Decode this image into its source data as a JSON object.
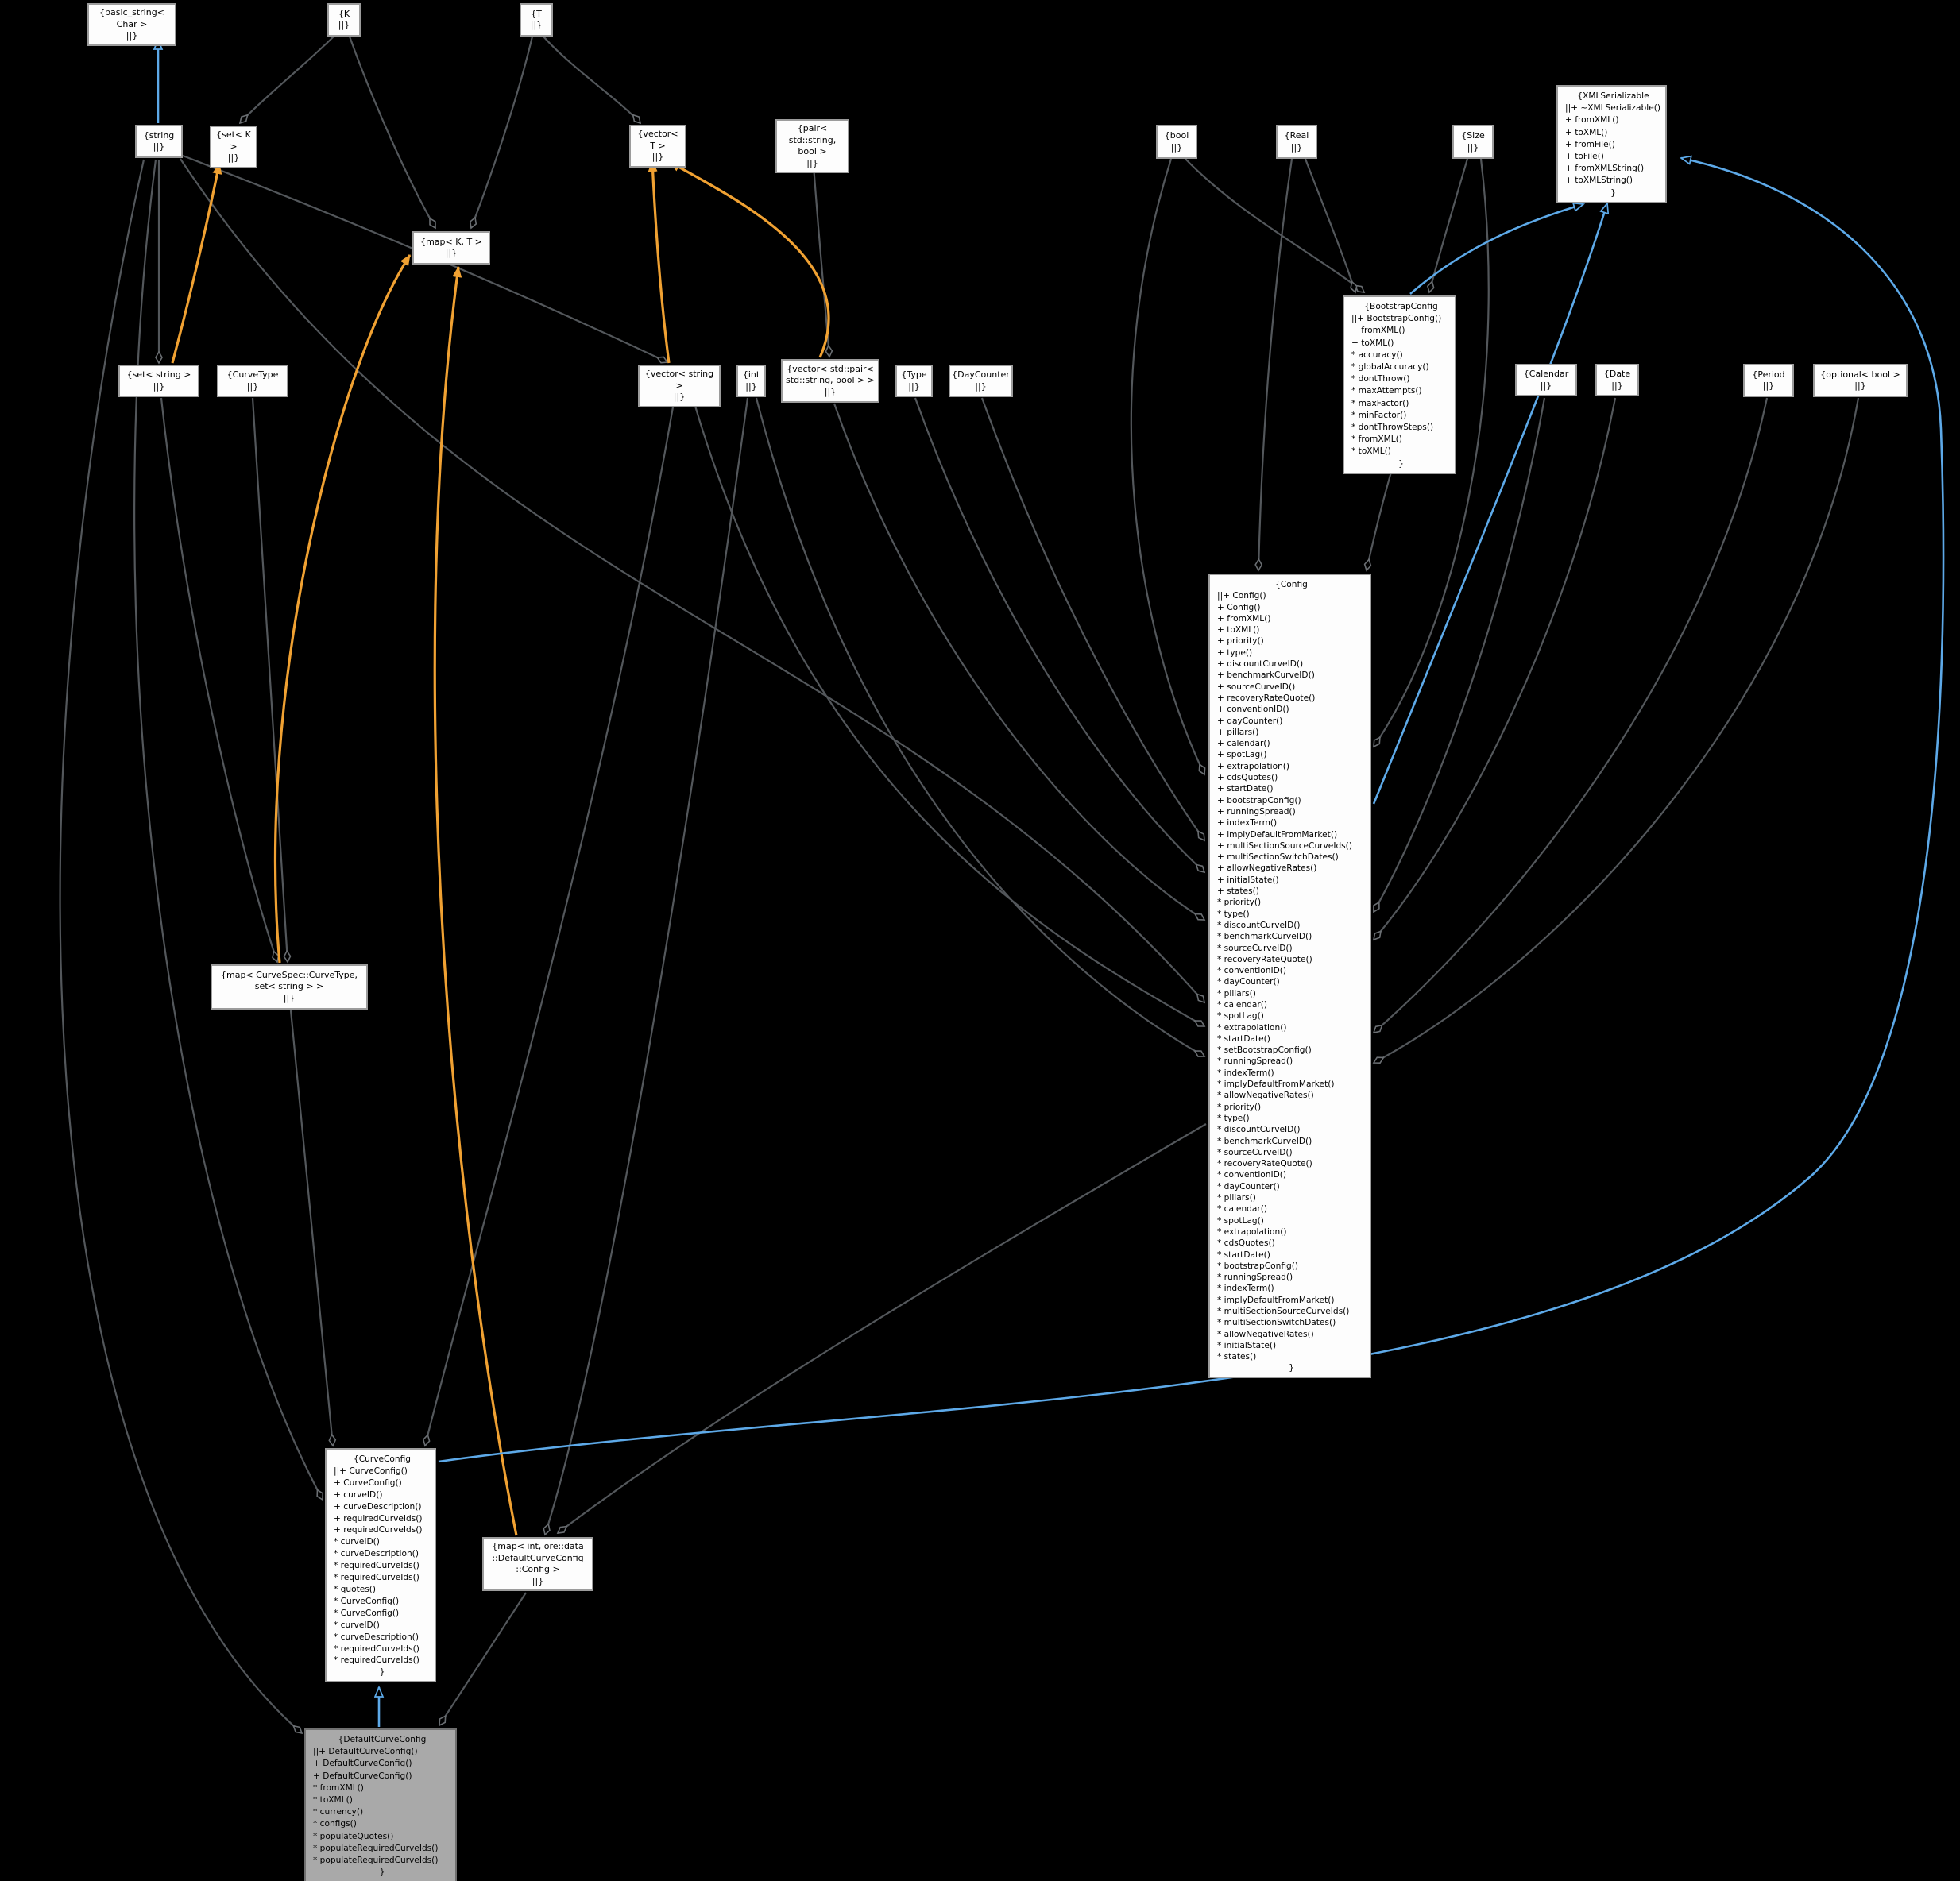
{
  "diagram": {
    "kind": "doxygen-collaboration-graph",
    "colors": {
      "background": "#000000",
      "inheritance_edge": "#5da9e8",
      "template_edge": "#f0a132",
      "aggregation_edge": "#53575b",
      "node_background": "#fdfdfd",
      "node_border": "#9c9c9c",
      "highlight_node_background": "#a9a9a9",
      "text": "#000000"
    },
    "nodes": {
      "basic_string": {
        "lines": [
          "{basic_string< Char >",
          "||}"
        ]
      },
      "k": {
        "lines": [
          "{K",
          "||}"
        ]
      },
      "t": {
        "lines": [
          "{T",
          "||}"
        ]
      },
      "string": {
        "lines": [
          "{string",
          "||}"
        ]
      },
      "set_k": {
        "lines": [
          "{set< K >",
          "||}"
        ]
      },
      "vector_t": {
        "lines": [
          "{vector< T >",
          "||}"
        ]
      },
      "pair_string_bool": {
        "lines": [
          "{pair< std::string,",
          "bool >",
          "||}"
        ]
      },
      "bool": {
        "lines": [
          "{bool",
          "||}"
        ]
      },
      "real": {
        "lines": [
          "{Real",
          "||}"
        ]
      },
      "size": {
        "lines": [
          "{Size",
          "||}"
        ]
      },
      "xml_serializable": {
        "title": "{XMLSerializable",
        "members": [
          "||+ ~XMLSerializable()",
          "+ fromXML()",
          "+ toXML()",
          "+ fromFile()",
          "+ toFile()",
          "+ fromXMLString()",
          "+ toXMLString()"
        ],
        "close": "}"
      },
      "map_k_t": {
        "lines": [
          "{map< K, T >",
          "||}"
        ]
      },
      "set_string": {
        "lines": [
          "{set< string >",
          "||}"
        ]
      },
      "curve_type": {
        "lines": [
          "{CurveType",
          "||}"
        ]
      },
      "vector_string": {
        "lines": [
          "{vector< string >",
          "||}"
        ]
      },
      "int": {
        "lines": [
          "{int",
          "||}"
        ]
      },
      "vector_pair": {
        "lines": [
          "{vector< std::pair<",
          "std::string, bool > >",
          "||}"
        ]
      },
      "type": {
        "lines": [
          "{Type",
          "||}"
        ]
      },
      "day_counter": {
        "lines": [
          "{DayCounter",
          "||}"
        ]
      },
      "bootstrap_config": {
        "title": "{BootstrapConfig",
        "members": [
          "||+ BootstrapConfig()",
          "+ fromXML()",
          "+ toXML()",
          "* accuracy()",
          "* globalAccuracy()",
          "* dontThrow()",
          "* maxAttempts()",
          "* maxFactor()",
          "* minFactor()",
          "* dontThrowSteps()",
          "* fromXML()",
          "* toXML()"
        ],
        "close": "}"
      },
      "calendar": {
        "lines": [
          "{Calendar",
          "||}"
        ]
      },
      "date": {
        "lines": [
          "{Date",
          "||}"
        ]
      },
      "period": {
        "lines": [
          "{Period",
          "||}"
        ]
      },
      "optional_bool": {
        "lines": [
          "{optional< bool >",
          "||}"
        ]
      },
      "config": {
        "title": "{Config",
        "members": [
          "||+ Config()",
          "+ Config()",
          "+ fromXML()",
          "+ toXML()",
          "+ priority()",
          "+ type()",
          "+ discountCurveID()",
          "+ benchmarkCurveID()",
          "+ sourceCurveID()",
          "+ recoveryRateQuote()",
          "+ conventionID()",
          "+ dayCounter()",
          "+ pillars()",
          "+ calendar()",
          "+ spotLag()",
          "+ extrapolation()",
          "+ cdsQuotes()",
          "+ startDate()",
          "+ bootstrapConfig()",
          "+ runningSpread()",
          "+ indexTerm()",
          "+ implyDefaultFromMarket()",
          "+ multiSectionSourceCurveIds()",
          "+ multiSectionSwitchDates()",
          "+ allowNegativeRates()",
          "+ initialState()",
          "+ states()",
          "* priority()",
          "* type()",
          "* discountCurveID()",
          "* benchmarkCurveID()",
          "* sourceCurveID()",
          "* recoveryRateQuote()",
          "* conventionID()",
          "* dayCounter()",
          "* pillars()",
          "* calendar()",
          "* spotLag()",
          "* extrapolation()",
          "* startDate()",
          "* setBootstrapConfig()",
          "* runningSpread()",
          "* indexTerm()",
          "* implyDefaultFromMarket()",
          "* allowNegativeRates()",
          "* priority()",
          "* type()",
          "* discountCurveID()",
          "* benchmarkCurveID()",
          "* sourceCurveID()",
          "* recoveryRateQuote()",
          "* conventionID()",
          "* dayCounter()",
          "* pillars()",
          "* calendar()",
          "* spotLag()",
          "* extrapolation()",
          "* cdsQuotes()",
          "* startDate()",
          "* bootstrapConfig()",
          "* runningSpread()",
          "* indexTerm()",
          "* implyDefaultFromMarket()",
          "* multiSectionSourceCurveIds()",
          "* multiSectionSwitchDates()",
          "* allowNegativeRates()",
          "* initialState()",
          "* states()"
        ],
        "close": "}"
      },
      "map_curvespec": {
        "lines": [
          "{map< CurveSpec::CurveType,",
          "set< string > >",
          "||}"
        ]
      },
      "curve_config": {
        "title": "{CurveConfig",
        "members": [
          "||+ CurveConfig()",
          "+ CurveConfig()",
          "+ curveID()",
          "+ curveDescription()",
          "+ requiredCurveIds()",
          "+ requiredCurveIds()",
          "* curveID()",
          "* curveDescription()",
          "* requiredCurveIds()",
          "* requiredCurveIds()",
          "* quotes()",
          "* CurveConfig()",
          "* CurveConfig()",
          "* curveID()",
          "* curveDescription()",
          "* requiredCurveIds()",
          "* requiredCurveIds()"
        ],
        "close": "}"
      },
      "map_int_config": {
        "lines": [
          "{map< int, ore::data",
          "::DefaultCurveConfig",
          "::Config >",
          "||}"
        ]
      },
      "default_curve_config": {
        "title": "{DefaultCurveConfig",
        "members": [
          "||+ DefaultCurveConfig()",
          "+ DefaultCurveConfig()",
          "+ DefaultCurveConfig()",
          "* fromXML()",
          "* toXML()",
          "* currency()",
          "* configs()",
          "* populateQuotes()",
          "* populateRequiredCurveIds()",
          "* populateRequiredCurveIds()"
        ],
        "close": "}"
      }
    }
  }
}
